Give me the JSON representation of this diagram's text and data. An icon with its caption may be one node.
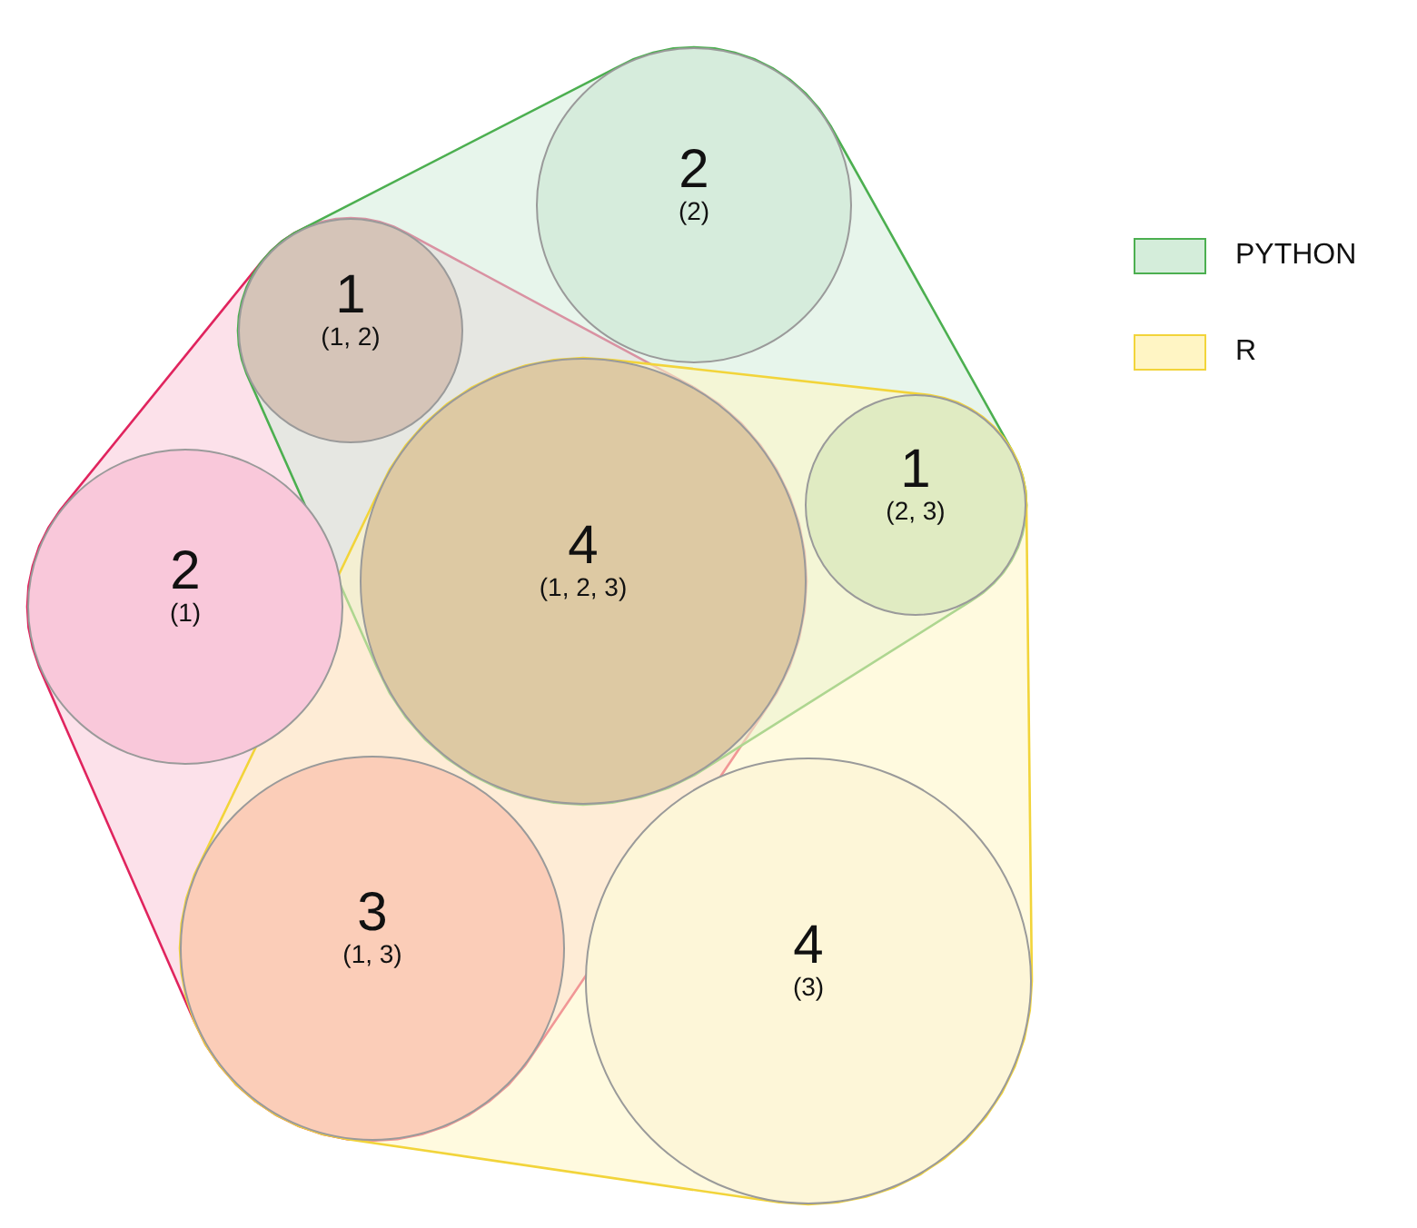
{
  "diagram": {
    "nodes": [
      {
        "text": [
          "2",
          "(2)"
        ]
      },
      {
        "text": [
          "1",
          "(1, 2)"
        ]
      },
      {
        "text": [
          "4",
          "(1, 2, 3)"
        ]
      },
      {
        "text": [
          "1",
          "(2, 3)"
        ]
      },
      {
        "text": [
          "2",
          "(1)"
        ]
      },
      {
        "text": [
          "3",
          "(1, 3)"
        ]
      },
      {
        "text": [
          "4",
          "(3)"
        ]
      }
    ],
    "legend": [
      {
        "text": "PYTHON",
        "color": "#d4edda"
      },
      {
        "text": "R",
        "color": "#fff5c4"
      }
    ]
  }
}
